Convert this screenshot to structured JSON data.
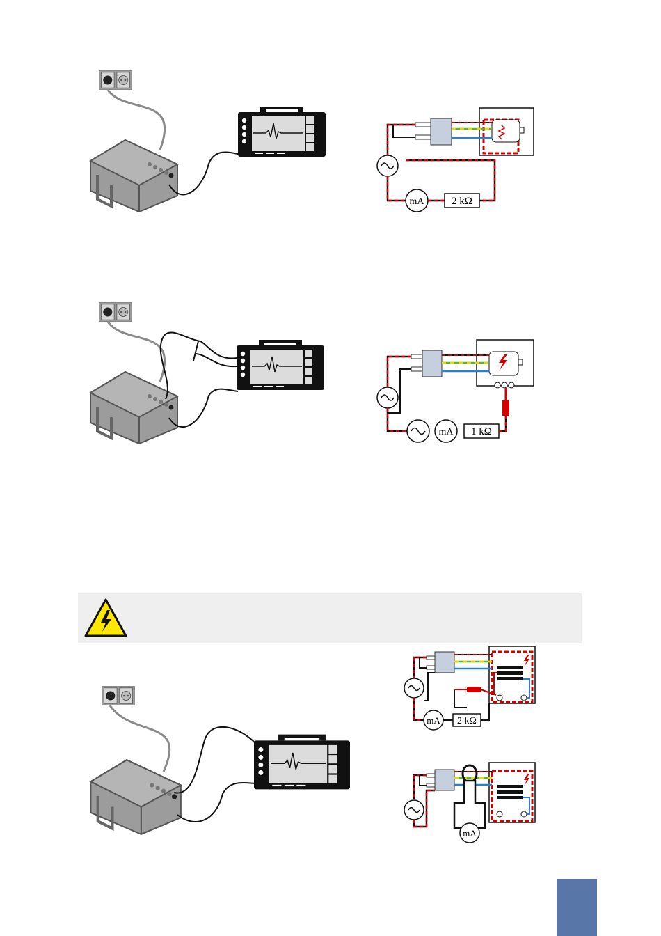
{
  "diagrams": [
    {
      "id": "fig1",
      "source": "~",
      "meter": "mA",
      "resistor": "2 kΩ"
    },
    {
      "id": "fig2",
      "source": "~",
      "source2": "~",
      "meter": "mA",
      "resistor": "1 kΩ"
    },
    {
      "id": "fig3a",
      "source": "~",
      "meter": "mA",
      "resistor": "2 kΩ"
    },
    {
      "id": "fig3b",
      "source": "~",
      "meter": "mA"
    }
  ],
  "icons": {
    "warning": "high-voltage-warning-icon",
    "outlet": "wall-outlet-icon",
    "tester": "appliance-tester-icon",
    "monitor": "ecg-monitor-icon"
  },
  "colors": {
    "page_tab": "#5876a8",
    "warning_band": "#efefef",
    "warning_yellow": "#ffe600",
    "protective_earth": "#d40000",
    "neutral": "#2a7fd4",
    "earth_green": "#55bb22",
    "earth_yellow": "#e8d800"
  }
}
